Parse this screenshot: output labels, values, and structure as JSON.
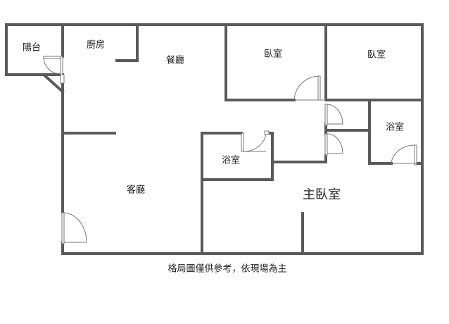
{
  "rooms": {
    "balcony": "陽台",
    "kitchen": "廚房",
    "dining": "餐廳",
    "bedroom_1": "臥室",
    "bedroom_2": "臥室",
    "bathroom_right": "浴室",
    "bathroom_center": "浴室",
    "living": "客廳",
    "master_bedroom": "主臥室"
  },
  "note": "格局圖僅供參考，依現場為主",
  "colors": {
    "wall": "#5a5a5a",
    "door": "#777777",
    "text": "#222222"
  }
}
